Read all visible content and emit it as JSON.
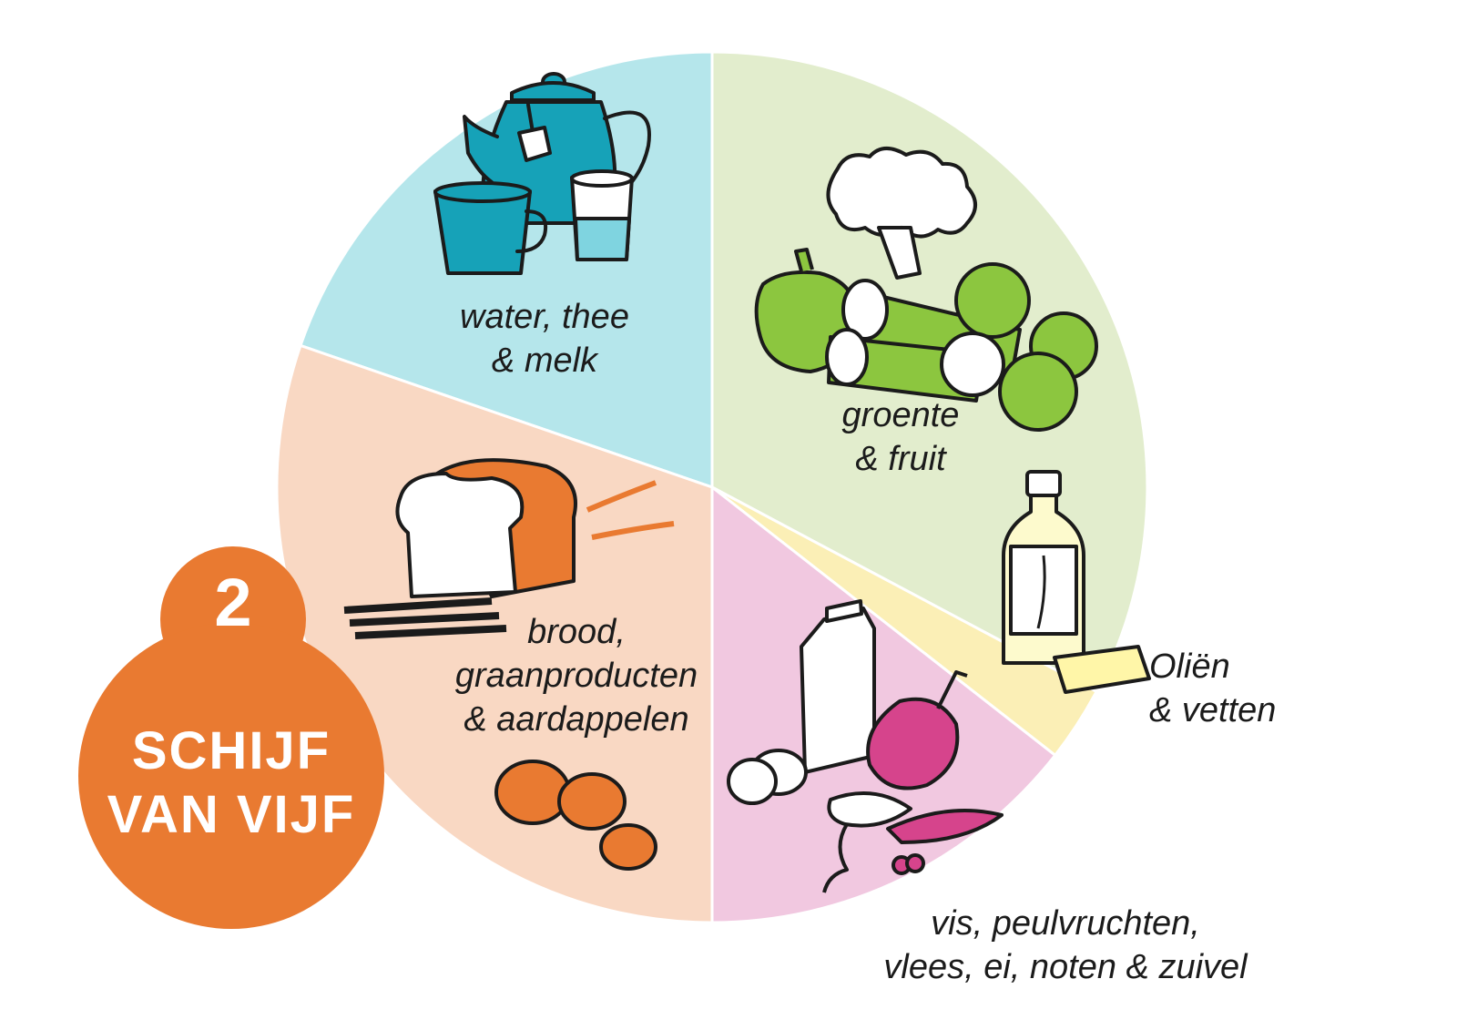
{
  "badge": {
    "number": "2",
    "line1": "SCHIJF",
    "line2": "VAN VIJF",
    "color": "#e97a31"
  },
  "segments": [
    {
      "id": "water",
      "lines": [
        "water, thee",
        "& melk"
      ],
      "color": "#b5e6eb",
      "icon": "teapot-cup-glass-icon"
    },
    {
      "id": "groente",
      "lines": [
        "groente",
        "& fruit"
      ],
      "color": "#e2edcd",
      "icon": "vegetables-fruit-icon"
    },
    {
      "id": "olien",
      "lines": [
        "Oliën",
        "& vetten"
      ],
      "color": "#fbefb6",
      "icon": "oil-bottle-butter-icon"
    },
    {
      "id": "vis",
      "lines": [
        "vis, peulvruchten,",
        "vlees, ei, noten & zuivel"
      ],
      "color": "#f1c8e0",
      "icon": "milk-meat-fish-egg-icon"
    },
    {
      "id": "brood",
      "lines": [
        "brood,",
        "graanproducten",
        "& aardappelen"
      ],
      "color": "#f9d8c3",
      "icon": "bread-grain-potato-icon"
    }
  ]
}
